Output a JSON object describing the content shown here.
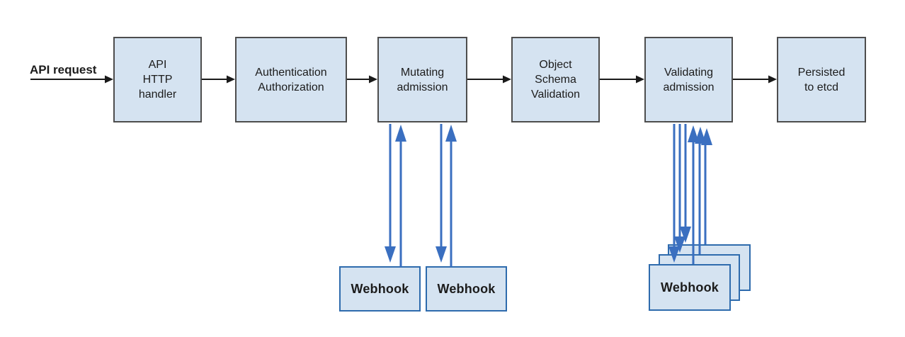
{
  "diagram": {
    "request_label": "API request",
    "stages": [
      {
        "id": "api-http-handler",
        "label": "API\nHTTP\nhandler"
      },
      {
        "id": "authentication-authorization",
        "label": "Authentication\nAuthorization"
      },
      {
        "id": "mutating-admission",
        "label": "Mutating\nadmission"
      },
      {
        "id": "object-schema-validation",
        "label": "Object\nSchema\nValidation"
      },
      {
        "id": "validating-admission",
        "label": "Validating\nadmission"
      },
      {
        "id": "persisted-to-etcd",
        "label": "Persisted\nto etcd"
      }
    ],
    "mutating_webhooks": [
      {
        "label": "Webhook"
      },
      {
        "label": "Webhook"
      }
    ],
    "validating_webhooks": [
      {
        "label": "Webhook"
      },
      {
        "label": "Webhook"
      },
      {
        "label": "Webhook"
      }
    ],
    "colors": {
      "box_fill": "#d5e3f1",
      "stage_border": "#4d4d4d",
      "webhook_border": "#2e6bad",
      "arrow_blue": "#3a6fc0",
      "arrow_black": "#1a1a1a"
    }
  }
}
